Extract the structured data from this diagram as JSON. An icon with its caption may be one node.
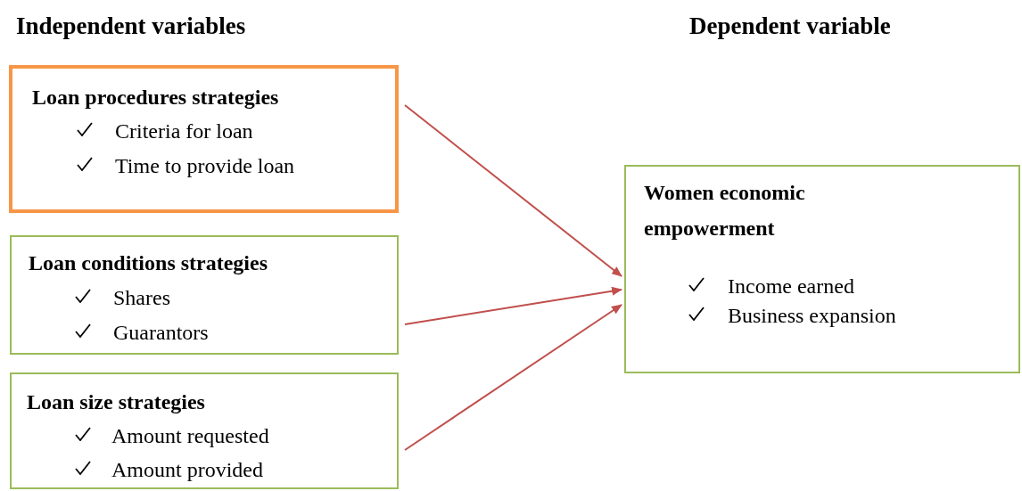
{
  "diagram": {
    "nodes": [
      {
        "text": [
          "Loan procedures strategies",
          "Criteria for loan",
          "Time to provide loan"
        ]
      },
      {
        "text": [
          "Loan conditions strategies",
          "Shares",
          "Guarantors"
        ]
      },
      {
        "text": [
          "Loan size strategies",
          "Amount requested",
          "Amount provided"
        ]
      },
      {
        "text": [
          "Women economic empowerment",
          "Income earned",
          "Business expansion"
        ]
      }
    ],
    "edges": [
      {
        "from": 0,
        "to": 3,
        "arrow": "to",
        "color": "#c0504d"
      },
      {
        "from": 1,
        "to": 3,
        "arrow": "to",
        "color": "#c0504d"
      },
      {
        "from": 2,
        "to": 3,
        "arrow": "to",
        "color": "#c0504d"
      }
    ],
    "labels": [
      "Independent variables",
      "Dependent variable"
    ]
  }
}
